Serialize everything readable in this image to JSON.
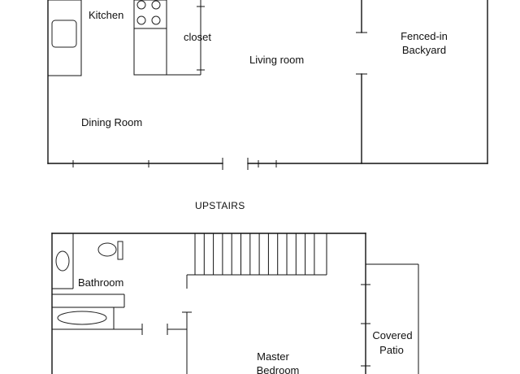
{
  "downstairs": {
    "rooms": {
      "kitchen": "Kitchen",
      "closet": "closet",
      "living_room": "Living room",
      "dining_room": "Dining Room",
      "backyard_line1": "Fenced-in",
      "backyard_line2": "Backyard"
    }
  },
  "upstairs": {
    "heading": "UPSTAIRS",
    "rooms": {
      "bathroom": "Bathroom",
      "master_line1": "Master",
      "master_line2": "Bedroom",
      "patio_line1": "Covered",
      "patio_line2": "Patio"
    }
  }
}
